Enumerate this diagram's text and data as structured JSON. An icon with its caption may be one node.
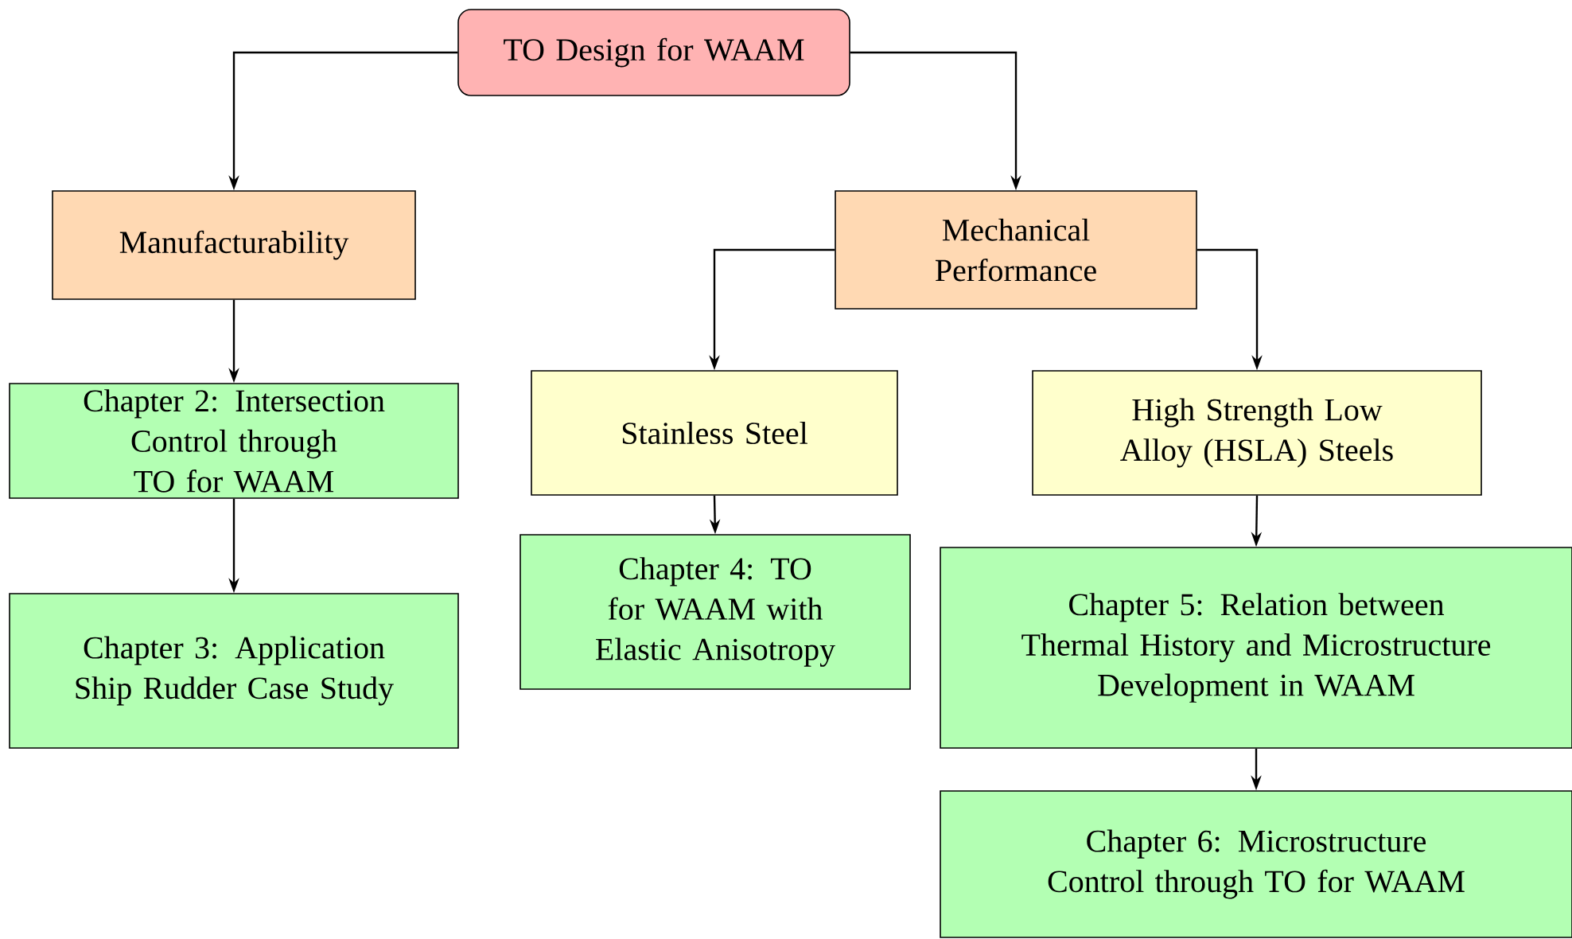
{
  "diagram": {
    "nodes": [
      {
        "text": [
          "TO Design for WAAM"
        ]
      },
      {
        "text": [
          "Manufacturability"
        ]
      },
      {
        "text": [
          "Mechanical Performance"
        ]
      },
      {
        "text": [
          "Chapter 2: Intersection Control through TO for WAAM"
        ]
      },
      {
        "text": [
          "Chapter 3: Application Ship Rudder Case Study"
        ]
      },
      {
        "text": [
          "Stainless Steel"
        ]
      },
      {
        "text": [
          "High Strength Low Alloy (HSLA) Steels"
        ]
      },
      {
        "text": [
          "Chapter 4: TO for WAAM with Elastic Anisotropy"
        ]
      },
      {
        "text": [
          "Chapter 5: Relation between Thermal History and Microstructure Development in WAAM"
        ]
      },
      {
        "text": [
          "Chapter 6: Microstructure Control through TO for WAAM"
        ]
      }
    ],
    "edges": [
      {
        "from": 0,
        "to": 1,
        "arrow": "to"
      },
      {
        "from": 0,
        "to": 2,
        "arrow": "to"
      },
      {
        "from": 1,
        "to": 3,
        "arrow": "to"
      },
      {
        "from": 3,
        "to": 4,
        "arrow": "to"
      },
      {
        "from": 2,
        "to": 5,
        "arrow": "to"
      },
      {
        "from": 2,
        "to": 6,
        "arrow": "to"
      },
      {
        "from": 5,
        "to": 7,
        "arrow": "to"
      },
      {
        "from": 6,
        "to": 8,
        "arrow": "to"
      },
      {
        "from": 8,
        "to": 9,
        "arrow": "to"
      }
    ]
  }
}
